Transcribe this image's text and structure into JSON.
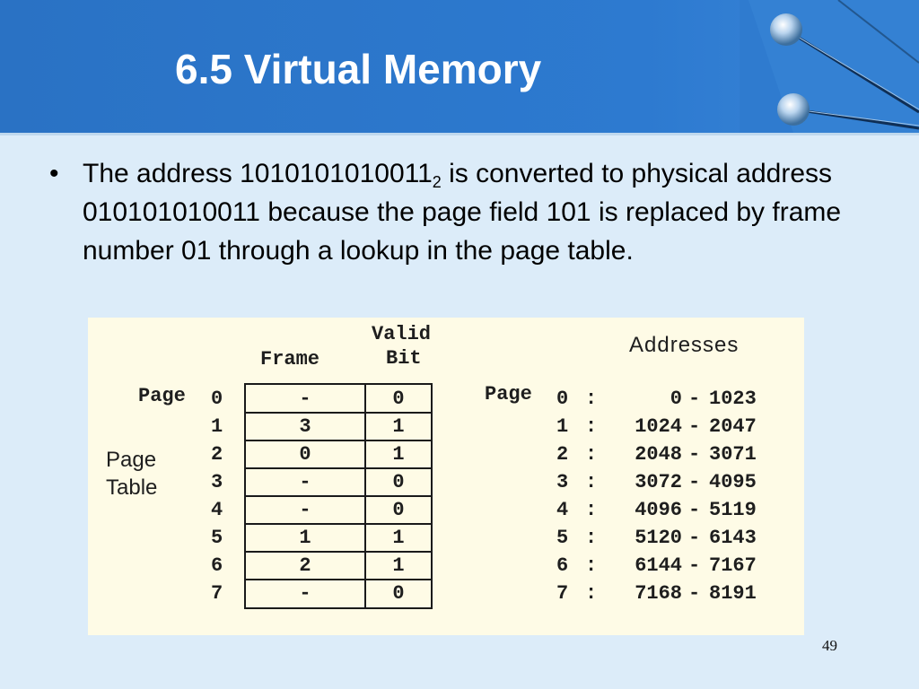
{
  "title": "6.5 Virtual Memory",
  "bullet": {
    "char": "•",
    "text_before_sub": "The address 1010101010011",
    "subscript": "2",
    "text_after_sub": " is converted to physical address 010101010011 because the page field 101 is replaced by frame number 01 through a lookup in the page table."
  },
  "figure": {
    "frame_header": "Frame",
    "valid_header_line1": "Valid",
    "valid_header_line2": "Bit",
    "page_label": "Page",
    "page_table_label_line1": "Page",
    "page_table_label_line2": "Table",
    "addresses_header": "Addresses",
    "address_page_label": "Page",
    "rows": [
      {
        "page": "0",
        "frame": "-",
        "valid": "0"
      },
      {
        "page": "1",
        "frame": "3",
        "valid": "1"
      },
      {
        "page": "2",
        "frame": "0",
        "valid": "1"
      },
      {
        "page": "3",
        "frame": "-",
        "valid": "0"
      },
      {
        "page": "4",
        "frame": "-",
        "valid": "0"
      },
      {
        "page": "5",
        "frame": "1",
        "valid": "1"
      },
      {
        "page": "6",
        "frame": "2",
        "valid": "1"
      },
      {
        "page": "7",
        "frame": "-",
        "valid": "0"
      }
    ],
    "addresses": [
      {
        "page": "0",
        "colon": ":",
        "start": "0",
        "dash": "-",
        "end": "1023"
      },
      {
        "page": "1",
        "colon": ":",
        "start": "1024",
        "dash": "-",
        "end": "2047"
      },
      {
        "page": "2",
        "colon": ":",
        "start": "2048",
        "dash": "-",
        "end": "3071"
      },
      {
        "page": "3",
        "colon": ":",
        "start": "3072",
        "dash": "-",
        "end": "4095"
      },
      {
        "page": "4",
        "colon": ":",
        "start": "4096",
        "dash": "-",
        "end": "5119"
      },
      {
        "page": "5",
        "colon": ":",
        "start": "5120",
        "dash": "-",
        "end": "6143"
      },
      {
        "page": "6",
        "colon": ":",
        "start": "6144",
        "dash": "-",
        "end": "7167"
      },
      {
        "page": "7",
        "colon": ":",
        "start": "7168",
        "dash": "-",
        "end": "8191"
      }
    ]
  },
  "slide_number": "49",
  "colors": {
    "header_blue": "#2d7ad0",
    "slide_background": "#dcecf9",
    "figure_background": "#fefbe6"
  },
  "decor": {
    "header_art": "pushpin-graphic"
  }
}
